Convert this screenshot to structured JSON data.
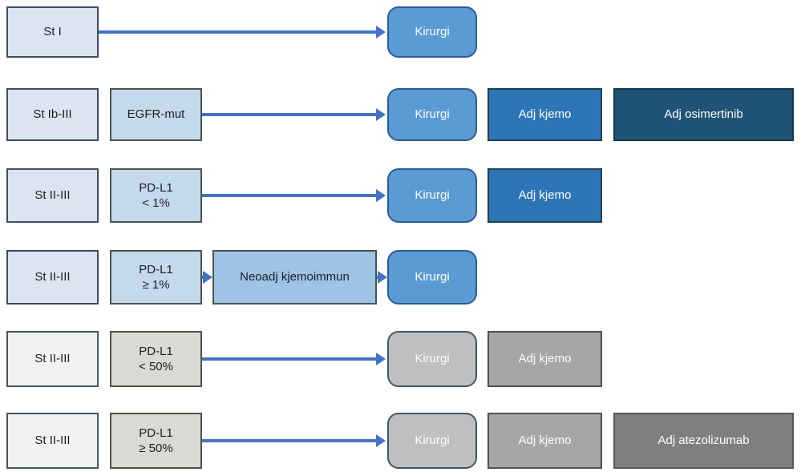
{
  "diagram": {
    "description": "Treatment flowchart (Norwegian) for resectable lung cancer stages",
    "colors": {
      "arrow": "#4472c4",
      "stage_blue_fill": "#dbe5f2",
      "biomarker_blue_fill": "#c5d9ed",
      "neoadjuvant_fill": "#9dc3e6",
      "surgery_blue_fill": "#5b9bd5",
      "chemo_blue_fill": "#2e75b6",
      "targeted_blue_fill": "#215377",
      "stage_gray_fill": "#f2f2f2",
      "biomarker_gray_fill": "#d8dad3",
      "surgery_gray_fill": "#bfbfbf",
      "chemo_gray_fill": "#a6a6a6",
      "targeted_gray_fill": "#7f7f7f"
    },
    "rows": [
      {
        "stage": "St I",
        "surgery": "Kirurgi"
      },
      {
        "stage": "St Ib-III",
        "biomarker": "EGFR-mut",
        "surgery": "Kirurgi",
        "adj_chemo": "Adj kjemo",
        "adj_targeted": "Adj osimertinib"
      },
      {
        "stage": "St II-III",
        "biomarker_line1": "PD-L1",
        "biomarker_line2": "< 1%",
        "surgery": "Kirurgi",
        "adj_chemo": "Adj kjemo"
      },
      {
        "stage": "St II-III",
        "biomarker_line1": "PD-L1",
        "biomarker_line2": "≥ 1%",
        "neoadjuvant": "Neoadj kjemoimmun",
        "surgery": "Kirurgi"
      },
      {
        "stage": "St II-III",
        "biomarker_line1": "PD-L1",
        "biomarker_line2": "< 50%",
        "surgery": "Kirurgi",
        "adj_chemo": "Adj kjemo"
      },
      {
        "stage": "St II-III",
        "biomarker_line1": "PD-L1",
        "biomarker_line2": "≥ 50%",
        "surgery": "Kirurgi",
        "adj_chemo": "Adj kjemo",
        "adj_targeted": "Adj atezolizumab"
      }
    ]
  }
}
